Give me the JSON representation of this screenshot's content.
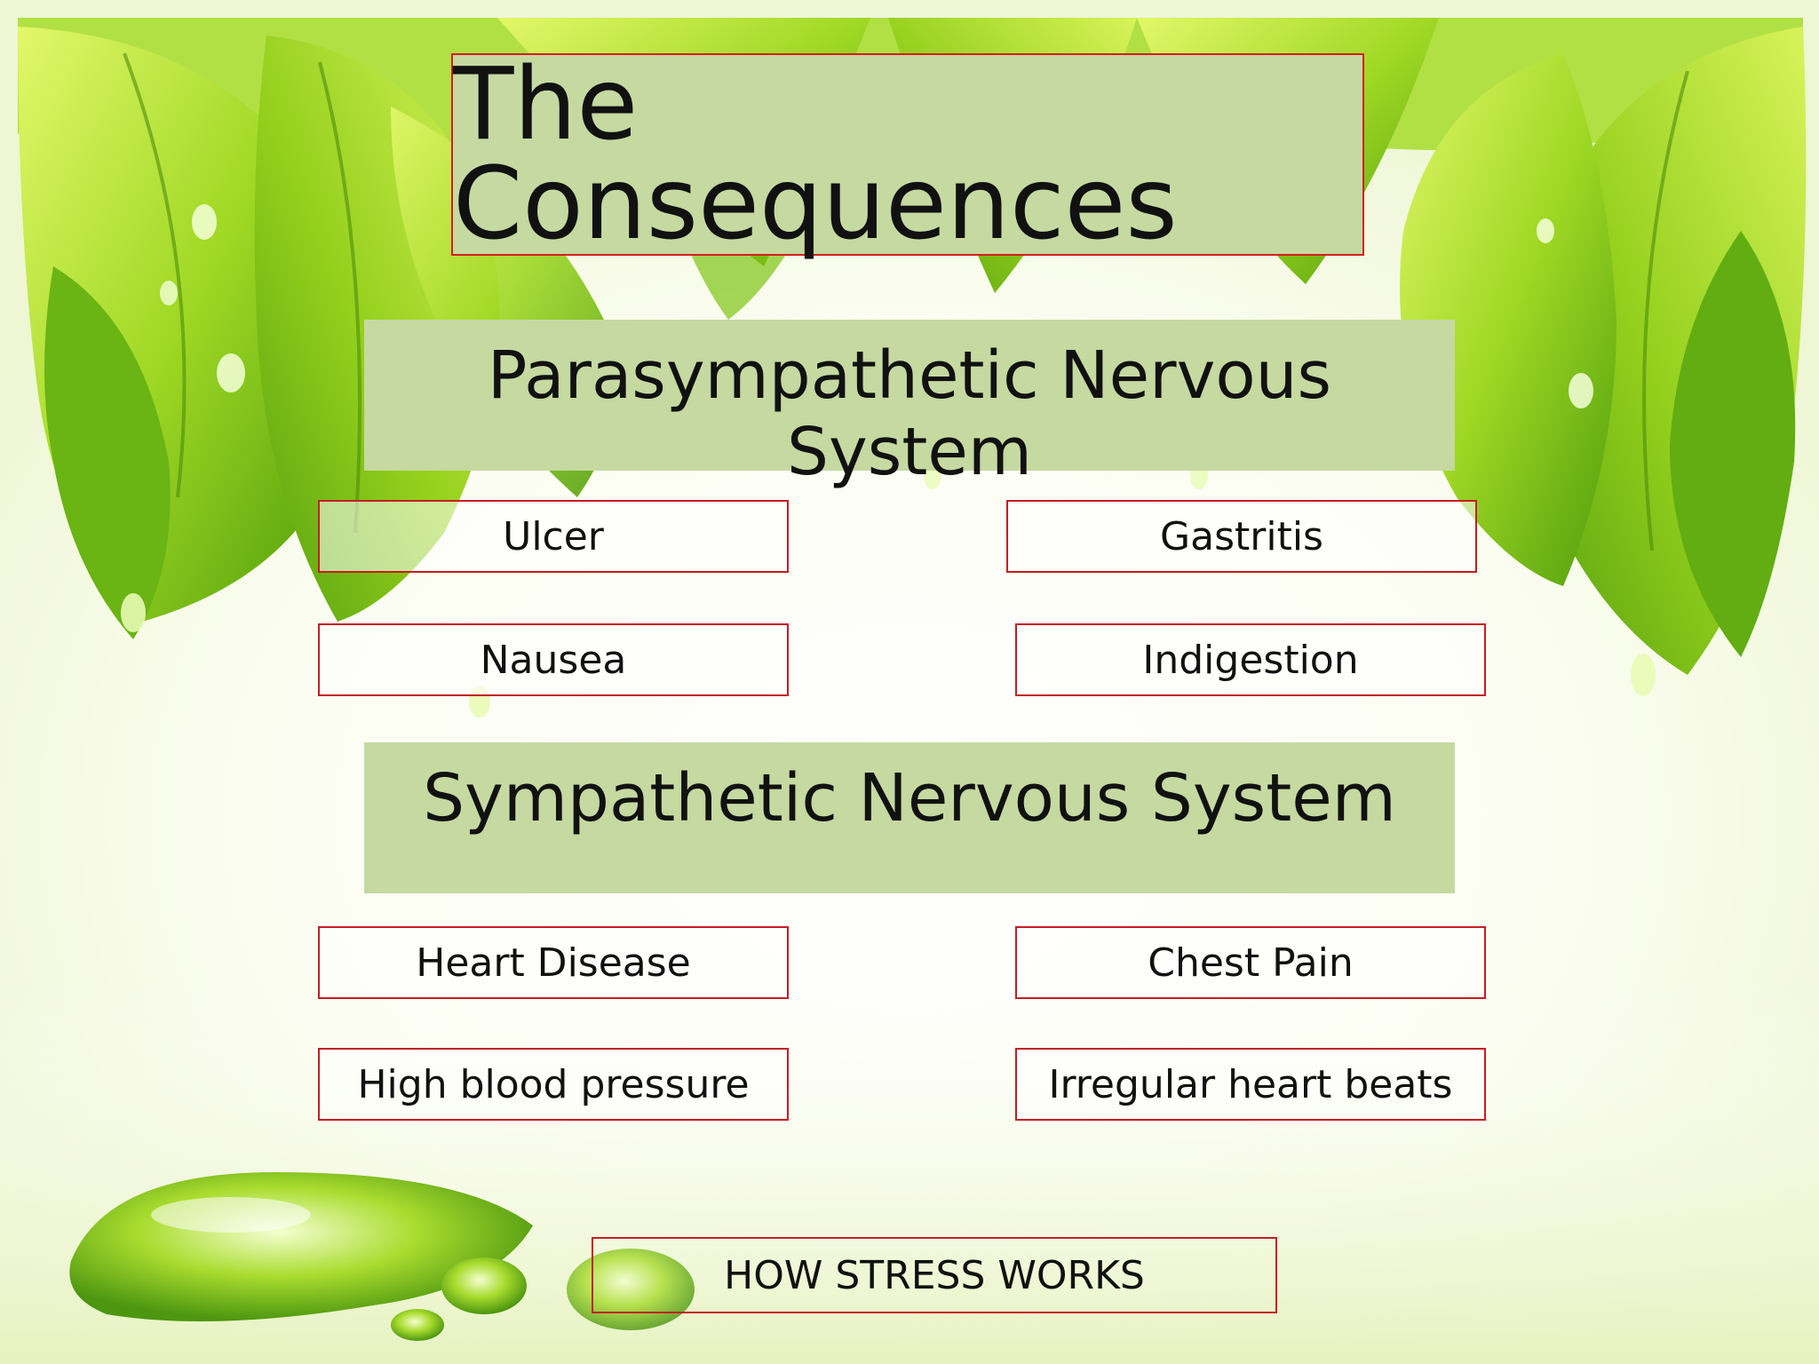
{
  "slide": {
    "title": "The Consequences",
    "sections": [
      {
        "heading": "Parasympathetic Nervous System",
        "items": [
          "Ulcer",
          "Gastritis",
          "Nausea",
          "Indigestion"
        ]
      },
      {
        "heading": "Sympathetic Nervous System",
        "items": [
          "Heart Disease",
          "Chest Pain",
          "High blood pressure",
          "Irregular heart beats"
        ]
      }
    ],
    "footer_link": "HOW STRESS WORKS"
  },
  "colors": {
    "header_fill": "#c5d9a1",
    "border": "#c41e24",
    "leaf_light": "#c8ee3a",
    "leaf_mid": "#8fd01e",
    "leaf_dark": "#5aa80f"
  }
}
